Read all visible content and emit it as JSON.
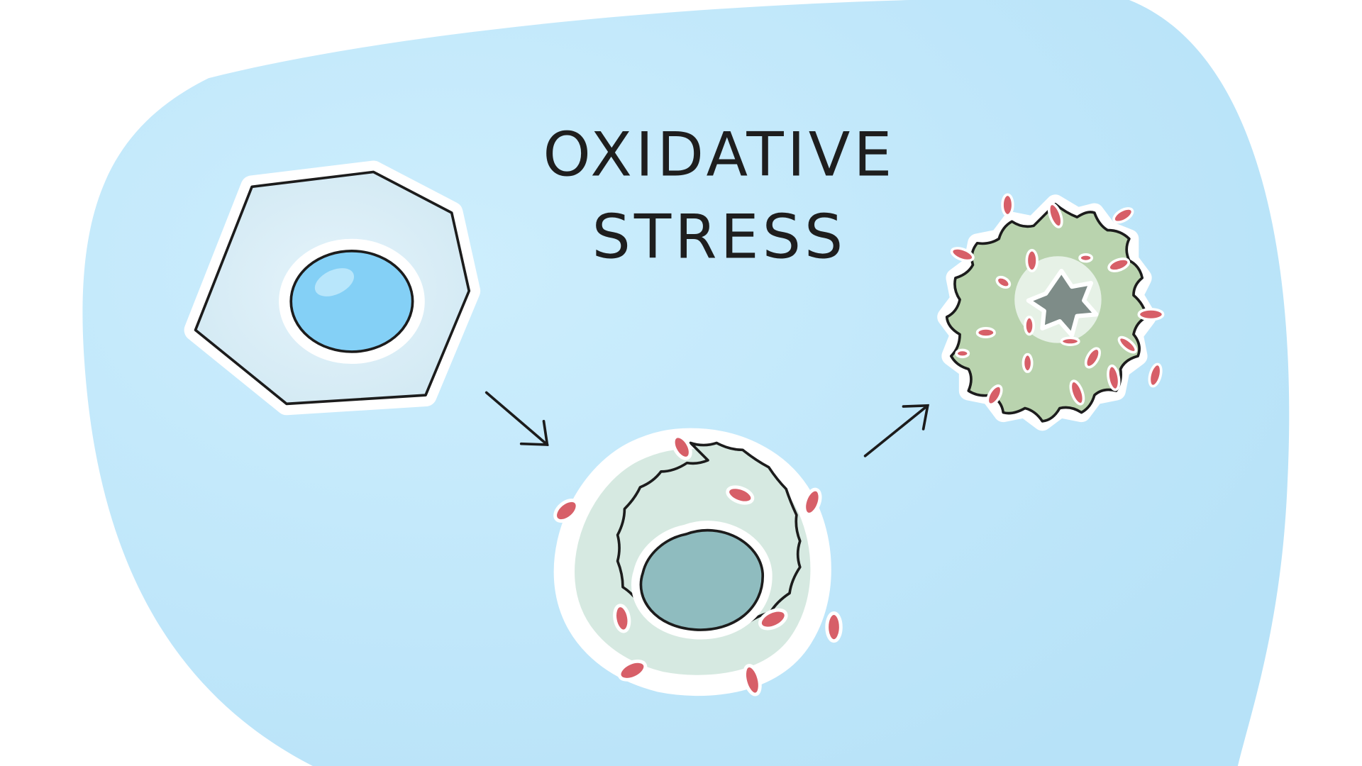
{
  "illustration": {
    "title_line_1": "OXIDATIVE",
    "title_line_2": "STRESS",
    "colors": {
      "background_blob": "#bfe6fa",
      "healthy_nucleus": "#84d0f6",
      "stressed_cytoplasm": "#d6e9e1",
      "stressed_nucleus": "#8fbcbf",
      "dying_cytoplasm": "#b9d3ae",
      "dying_nucleus": "#7e8c88",
      "radicals": "#d75f68"
    },
    "stages": [
      "healthy-cell",
      "stressed-cell",
      "dying-cell"
    ]
  }
}
